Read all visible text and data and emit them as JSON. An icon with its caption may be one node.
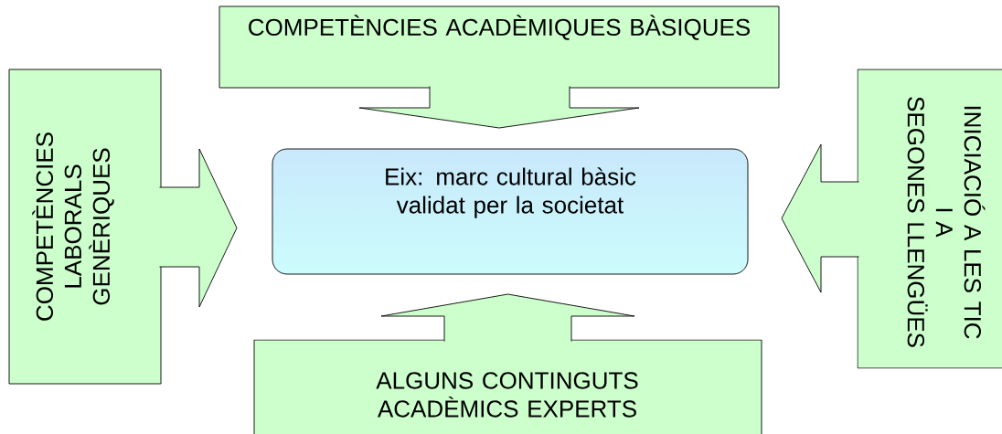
{
  "diagram": {
    "nodes": [
      {
        "text": [
          "COMPETÈNCIES ACADÈMIQUES BÀSIQUES"
        ]
      },
      {
        "text": [
          "COMPETÈNCIES LABORALS GENÈRIQUES"
        ]
      },
      {
        "text": [
          "Eix: marc cultural bàsic validat per la societat"
        ]
      },
      {
        "text": [
          "INICIACIÓ A LES TIC",
          "I A",
          "SEGONES LLENGÜES"
        ]
      },
      {
        "text": [
          "ALGUNS CONTINGUTS ACADÈMICS EXPERTS"
        ]
      }
    ],
    "edges": [
      {
        "from": 0,
        "to": 2,
        "arrow": "to"
      },
      {
        "from": 1,
        "to": 2,
        "arrow": "to"
      },
      {
        "from": 3,
        "to": 2,
        "arrow": "to"
      },
      {
        "from": 4,
        "to": 2,
        "arrow": "to"
      }
    ]
  }
}
